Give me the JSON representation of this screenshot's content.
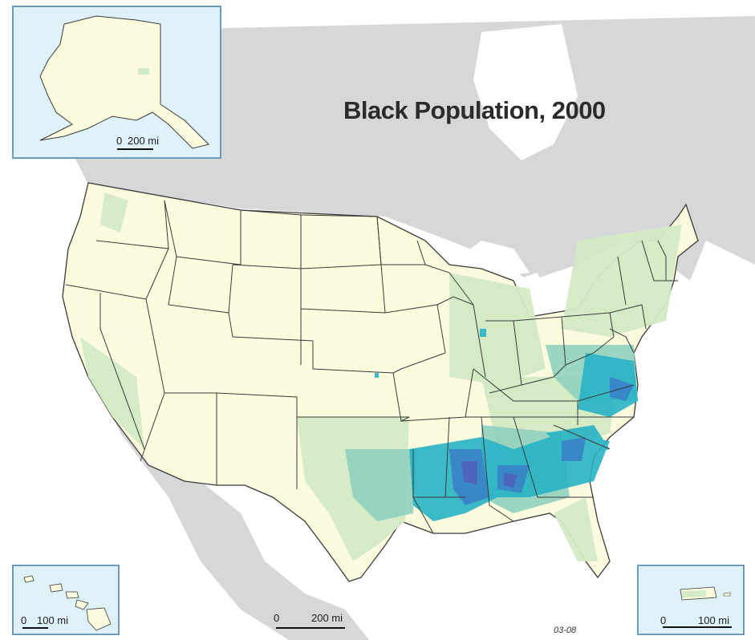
{
  "title": "Black Population, 2000",
  "figure_code": "03-08",
  "scales": {
    "alaska": {
      "zero": "0",
      "value": "200 mi"
    },
    "main": {
      "zero": "0",
      "value": "200 mi"
    },
    "hawaii": {
      "zero": "0",
      "value": "100 mi"
    },
    "puerto_rico": {
      "zero": "0",
      "value": "100 mi"
    }
  },
  "colors": {
    "background_land": "#d6d7d9",
    "water": "#ffffff",
    "us_land": "#fdfbde",
    "inset_water": "#dff2fa",
    "inset_border": "#6e9bbd",
    "state_border": "#3a3a3a",
    "class_low": "#d3ebc4",
    "class_mid": "#8fd1bf",
    "class_high": "#28b3c5",
    "class_very_high": "#3a7fc8",
    "class_highest": "#5160ba"
  }
}
